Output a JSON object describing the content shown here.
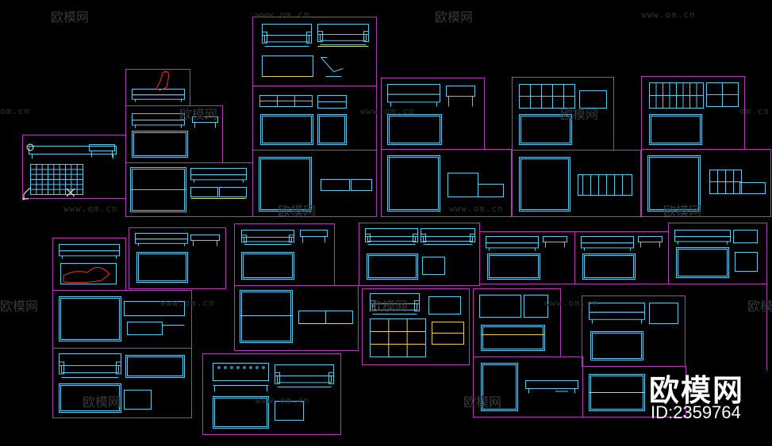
{
  "watermark": {
    "brand_text": "欧模网",
    "url_text": "www.om.cn",
    "url_fragment": "om.cn",
    "color": "#3a3a3a"
  },
  "corner_brand": {
    "name": "欧模网",
    "id": "ID:2359764"
  },
  "colors": {
    "background": "#000000",
    "frame": "#b23ab2",
    "drawing": "#5ec8ea",
    "accent_red": "#e03a2a",
    "accent_yellow": "#e8d050",
    "cursor": "#ffffff"
  }
}
